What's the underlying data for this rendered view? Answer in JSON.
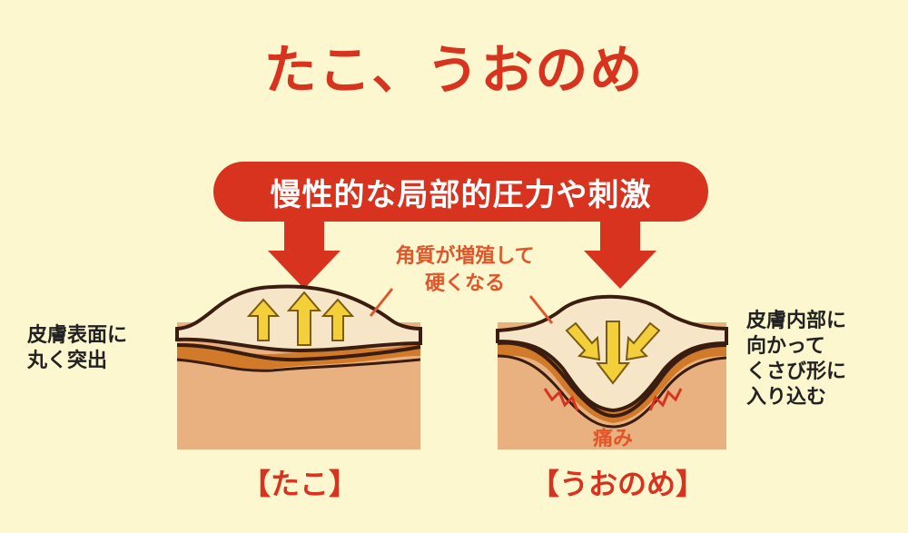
{
  "title": "たこ、うおのめ",
  "banner": "慢性的な局部的圧力や刺激",
  "annotation_callus_skin": "角質が増殖して\n硬くなる",
  "left_note": "皮膚表面に\n丸く突出",
  "right_note": "皮膚内部に\n向かって\nくさび形に\n入り込む",
  "pain_label": "痛み",
  "caption_tako": "【たこ】",
  "caption_uonome": "【うおのめ】",
  "colors": {
    "background": "#fdf7cf",
    "red": "#d8331f",
    "skin": "#e9b180",
    "horn": "#f6e6c7",
    "arrow_yellow": "#f3d03a"
  }
}
